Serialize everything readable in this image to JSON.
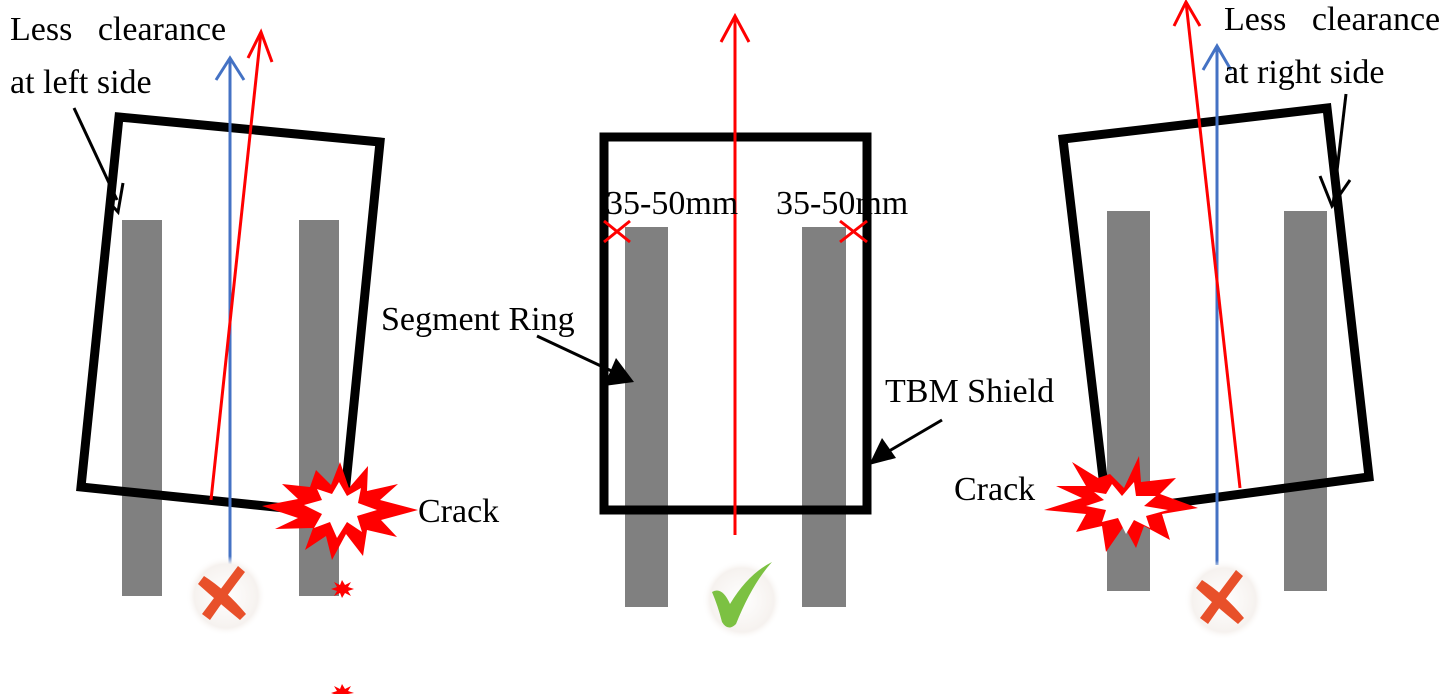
{
  "labels": {
    "less_left_1": "Less   clearance",
    "less_left_2": "at left side",
    "less_right_1": "Less   clearance",
    "less_right_2": "at right side",
    "gap_left": "35-50mm",
    "gap_right": "35-50mm",
    "segment_ring": "Segment Ring",
    "tbm_shield": "TBM Shield",
    "crack_left": "Crack",
    "crack_right": "Crack"
  },
  "colors": {
    "shield": "#000000",
    "segment": "#808080",
    "design_axis": "#4472c4",
    "tbm_axis": "#ff0000",
    "crack": "#ff0000",
    "wrong_mark": "#e8502a",
    "right_mark": "#7cc142"
  },
  "icons": {
    "wrong": "cross-mark-icon",
    "correct": "check-mark-icon",
    "crack": "crack-burst-icon"
  }
}
